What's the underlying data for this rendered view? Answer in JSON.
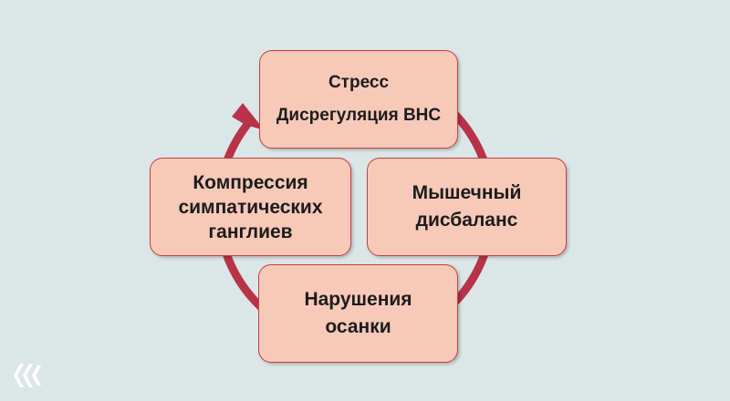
{
  "diagram": {
    "type": "cycle",
    "colors": {
      "background": "#dde6e7",
      "node_fill": "#f8c9b8",
      "node_border": "#c4403f",
      "cycle_arrow": "#b83348"
    },
    "nodes": {
      "top": {
        "lines": [
          "Стресс",
          "Дисрегуляция ВНС"
        ]
      },
      "right": {
        "lines": [
          "Мышечный",
          "дисбаланс"
        ]
      },
      "bottom": {
        "lines": [
          "Нарушения",
          "осанки"
        ]
      },
      "left": {
        "lines": [
          "Компрессия",
          "симпатических",
          "ганглиев"
        ]
      }
    },
    "flow": [
      "top",
      "right",
      "bottom",
      "left",
      "top"
    ]
  },
  "logo": {
    "icon": "chevron-logo-icon"
  }
}
